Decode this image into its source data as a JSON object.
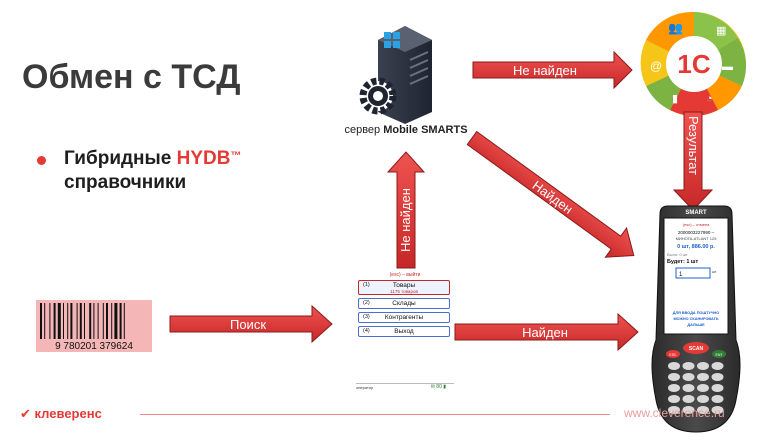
{
  "slide": {
    "title": "Обмен с ТСД",
    "bullet_line1_plain": "Гибридные ",
    "bullet_line1_highlight": "HYDB",
    "bullet_line1_tm": "™",
    "bullet_line2": "справочники"
  },
  "server": {
    "caption_prefix": "сервер ",
    "caption_bold": "Mobile SMARTS"
  },
  "arrows": {
    "not_found_top": "Не найден",
    "not_found_vertical": "Не найден",
    "found_diagonal": "Найден",
    "result": "Результат",
    "search": "Поиск",
    "found_bottom": "Найден"
  },
  "barcode": {
    "digits": "9  780201  379624"
  },
  "onec": {
    "logo_text": "1С"
  },
  "menu": {
    "header": "(esc) – выйти",
    "items": [
      {
        "num": "(1)",
        "label": "Товары",
        "sub": "1175 товаров"
      },
      {
        "num": "(2)",
        "label": "Склады"
      },
      {
        "num": "(3)",
        "label": "Контрагенты"
      },
      {
        "num": "(4)",
        "label": "Выход"
      }
    ],
    "status_operator": "оператор",
    "status_icons": "✉ 80 ▮"
  },
  "device": {
    "brand": "SMART",
    "screen_header": "(esc) – отмена",
    "line1": "2000003227990 –",
    "line2": "МИНОГА-ATLANT 125",
    "line3": "0 шт, 886.00 р.",
    "line4": "Было: 0 шт",
    "line5": "Будет: 1 шт",
    "input_value": "1",
    "input_unit": "шт",
    "footer1": "ДЛЯ ВВОДА ПОШТУЧНО",
    "footer2": "МОЖНО СКАНИРОВАТЬ",
    "footer3": "ДАЛЬШЕ",
    "scan_label": "SCAN",
    "esc_label": "ESC",
    "ent_label": "ENT"
  },
  "footer": {
    "logo": "клеверенс",
    "site": "www.cleverence.ru"
  },
  "colors": {
    "accent_red": "#e53935",
    "title_gray": "#3b3b3b"
  }
}
